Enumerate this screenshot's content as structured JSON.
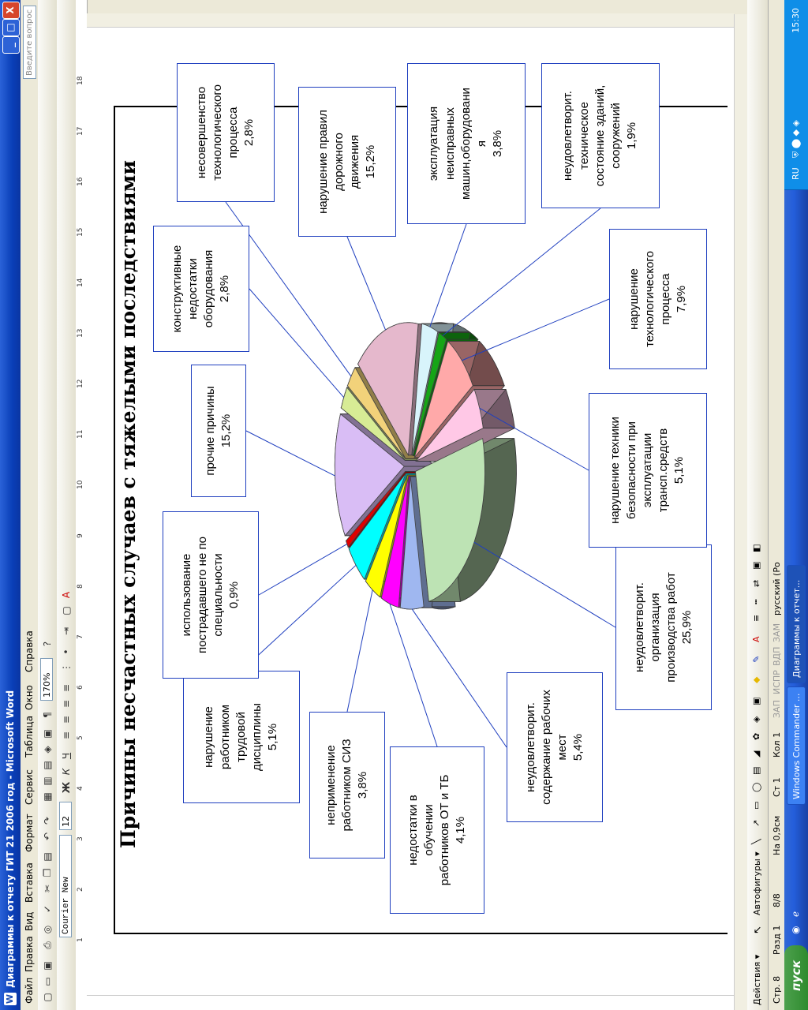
{
  "window": {
    "title": "Диаграммы к отчету ГИТ 21 2006 год - Microsoft Word",
    "min": "_",
    "max": "□",
    "close": "X"
  },
  "menu": [
    "Файл",
    "Правка",
    "Вид",
    "Вставка",
    "Формат",
    "Сервис",
    "Таблица",
    "Окно",
    "Справка"
  ],
  "help_placeholder": "Введите вопрос",
  "toolbar": {
    "zoom": "170%",
    "font": "Courier New",
    "size": "12",
    "bold": "Ж",
    "italic": "К",
    "underline": "Ч"
  },
  "ruler_ticks": [
    "1",
    "2",
    "3",
    "4",
    "5",
    "6",
    "7",
    "8",
    "9",
    "10",
    "11",
    "12",
    "13",
    "14",
    "15",
    "16",
    "17",
    "18"
  ],
  "drawbar": {
    "actions": "Действия ▾",
    "autoshapes": "Автофигуры ▾"
  },
  "status": {
    "page": "Стр. 8",
    "section": "Разд 1",
    "pages": "8/8",
    "at": "На 0,9см",
    "line": "Ст 1",
    "col": "Кол 1",
    "rec": "ЗАП",
    "trk": "ИСПР",
    "ext": "ВДП",
    "ovr": "ЗАМ",
    "lang": "русский (Ро"
  },
  "taskbar": {
    "start": "пуск",
    "tasks": [
      "Windows Commander ...",
      "Диаграммы к отчет..."
    ],
    "lang": "RU",
    "time": "15:30"
  },
  "colors": {
    "label_border": "#1f3fbf",
    "leader": "#1f3fbf"
  },
  "chart_data": {
    "type": "pie",
    "title": "Причины несчастных случаев с тяжелыми последствиями",
    "unit": "%",
    "slices": [
      {
        "label": "неудовлетворит. организация производства работ",
        "value": 25.9,
        "color": "#bde3b4"
      },
      {
        "label": "неудовлетворит. содержание рабочих мест",
        "value": 5.4,
        "color": "#9fb7f0"
      },
      {
        "label": "недостатки в обучении работников ОТ и ТБ",
        "value": 4.1,
        "color": "#ff00ff"
      },
      {
        "label": "неприменение работником СИЗ",
        "value": 3.8,
        "color": "#ffff00"
      },
      {
        "label": "нарушение работником трудовой дисциплины",
        "value": 5.1,
        "color": "#00ffff"
      },
      {
        "label": "использование пострадавшего не по специальности",
        "value": 0.9,
        "color": "#e00000"
      },
      {
        "label": "прочие причины",
        "value": 15.2,
        "color": "#d9bdf5"
      },
      {
        "label": "конструктивные недостатки оборудования",
        "value": 2.8,
        "color": "#d7ec95"
      },
      {
        "label": "несовершенство технологического процесса",
        "value": 2.8,
        "color": "#f2d27a"
      },
      {
        "label": "нарушение правил дорожного движения",
        "value": 15.2,
        "color": "#e5b8cc"
      },
      {
        "label": "эксплуатация неисправных машин,оборудования",
        "value": 3.8,
        "color": "#d8f4fb"
      },
      {
        "label": "неудовлетворит. техническое состояние зданий, сооружений",
        "value": 1.9,
        "color": "#16a516"
      },
      {
        "label": "нарушение технологического процесса",
        "value": 7.9,
        "color": "#ffa9a9"
      },
      {
        "label": "нарушение техники безопасности при эксплуатации трансп.средств",
        "value": 5.1,
        "color": "#ffc8e6"
      }
    ],
    "labels": [
      "неудовлетворит.\nорганизация\nпроизводства работ\n25,9%",
      "неудовлетворит.\nсодержание рабочих\nмест\n5,4%",
      "недостатки в\nобучении\nработников ОТ и ТБ\n4,1%",
      "неприменение\nработником СИЗ\n3,8%",
      "нарушение\nработником\nтрудовой\nдисциплины\n5,1%",
      "использование\nпострадавшего не по\nспециальности\n0,9%",
      "прочие причины\n15,2%",
      "конструктивные\nнедостатки\nоборудования\n2,8%",
      "несовершенство\nтехнологического\nпроцесса\n2,8%",
      "нарушение правил\nдорожного\nдвижения\n15,2%",
      "эксплуатация\nнеисправных\nмашин,оборудовани\nя\n3,8%",
      "неудовлетворит.\nтехническое\nсостояние зданий,\nсооружений\n1,9%",
      "нарушение\nтехнологического\nпроцесса\n7,9%",
      "нарушение техники\nбезопасности при\nэксплуатации\nтрансп.средств\n5,1%"
    ]
  }
}
